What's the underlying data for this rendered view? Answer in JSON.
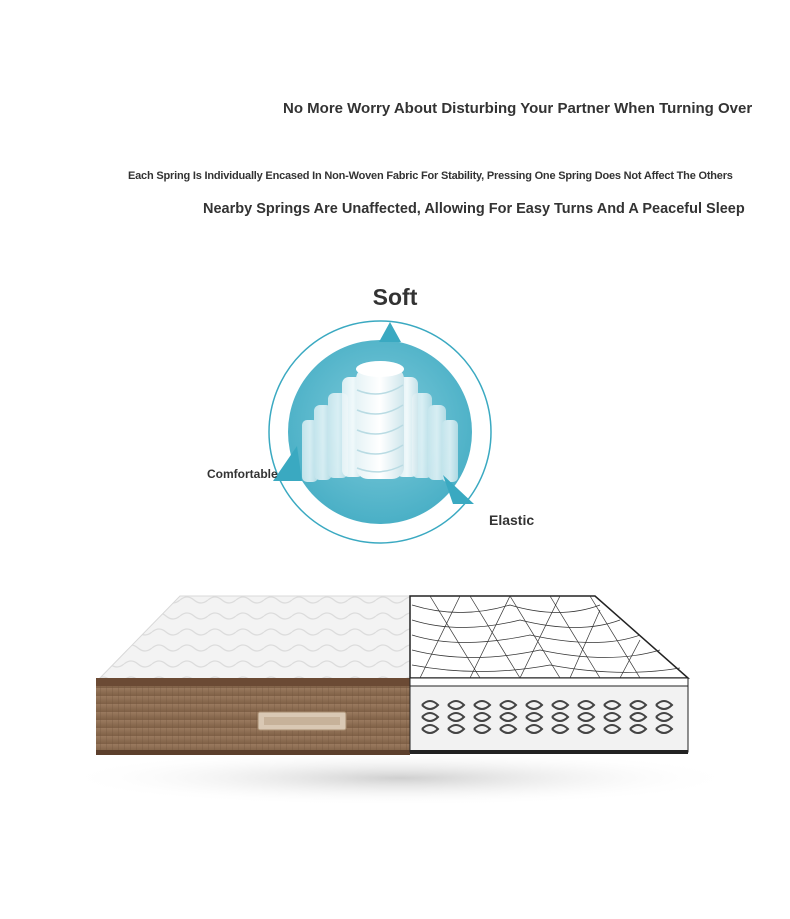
{
  "headline": "No More Worry About Disturbing Your Partner When Turning Over",
  "description_line_1": "Each Spring Is Individually Encased In Non-Woven Fabric For Stability, Pressing One Spring Does Not Affect The Others",
  "description_line_2": "Nearby Springs Are Unaffected, Allowing For Easy Turns And A Peaceful Sleep",
  "diagram": {
    "top_label": "Soft",
    "left_label": "Comfortable",
    "right_label": "Elastic"
  },
  "colors": {
    "accent": "#3aa9c1",
    "circle_fill": "#56b8cc",
    "mattress_brown": "#8a6a50"
  },
  "icons": [
    "triangle-pointer-icon",
    "pocket-spring-illustration",
    "mattress-cutaway-illustration"
  ]
}
